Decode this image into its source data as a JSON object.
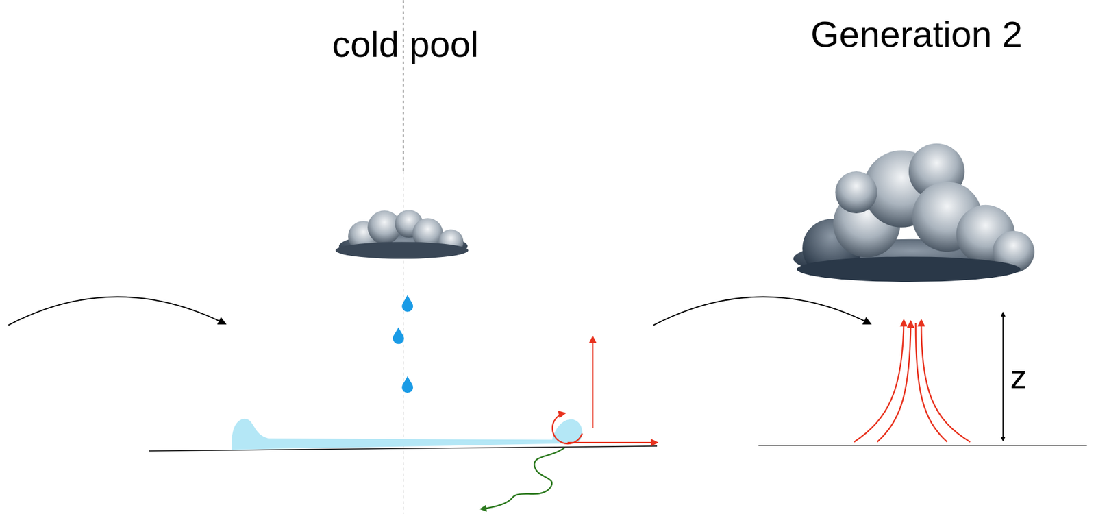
{
  "diagram": {
    "labels": [
      "cold pool",
      "Generation 2",
      "z"
    ]
  }
}
